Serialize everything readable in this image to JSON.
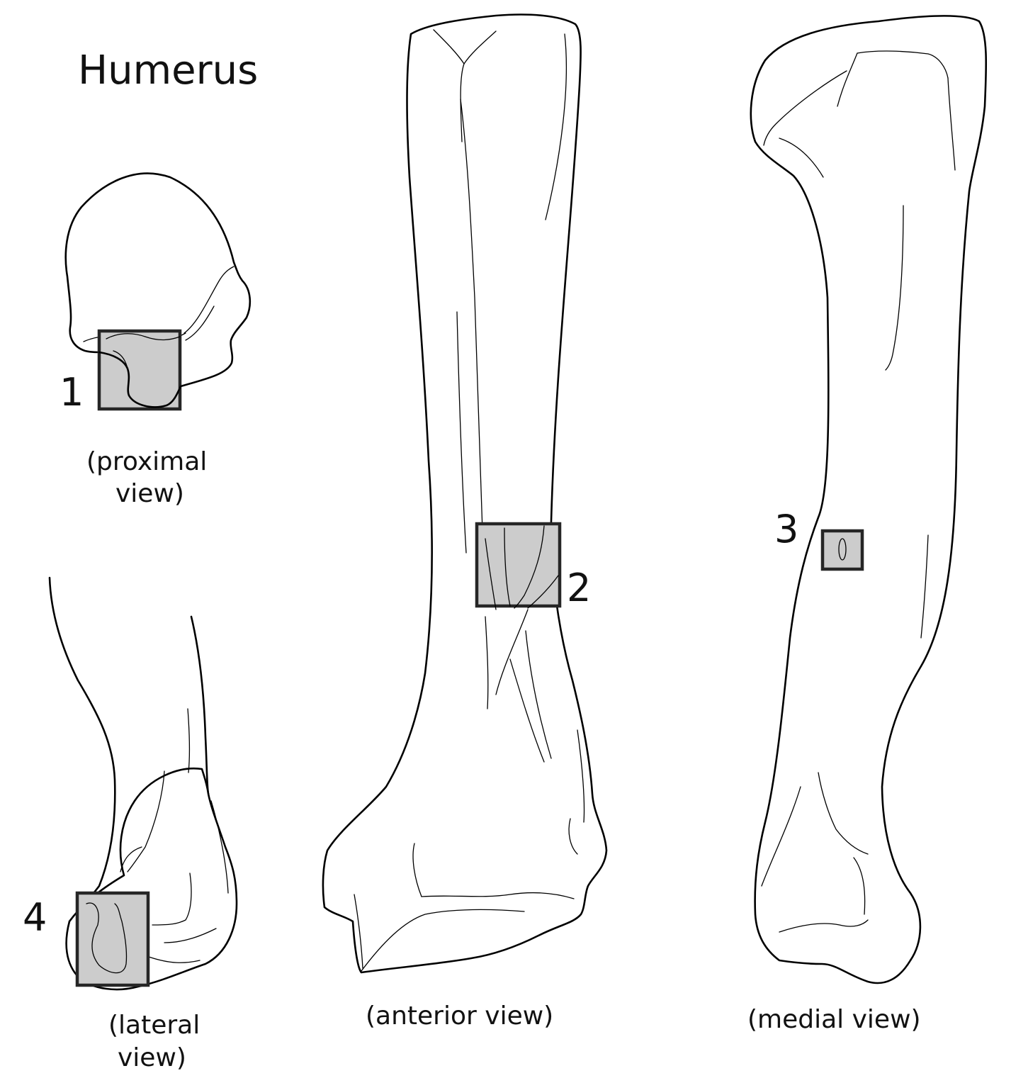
{
  "title": "Humerus",
  "views": {
    "proximal": {
      "caption_line1": "(proximal",
      "caption_line2": "view)"
    },
    "anterior": {
      "caption": "(anterior view)"
    },
    "medial": {
      "caption": "(medial view)"
    },
    "lateral": {
      "caption_line1": "(lateral",
      "caption_line2": "view)"
    }
  },
  "markers": [
    {
      "label": "1"
    },
    {
      "label": "2"
    },
    {
      "label": "3"
    },
    {
      "label": "4"
    }
  ],
  "colors": {
    "marker_fill": "#cccccc",
    "marker_stroke": "#262626",
    "line": "#000000",
    "background": "#ffffff"
  }
}
